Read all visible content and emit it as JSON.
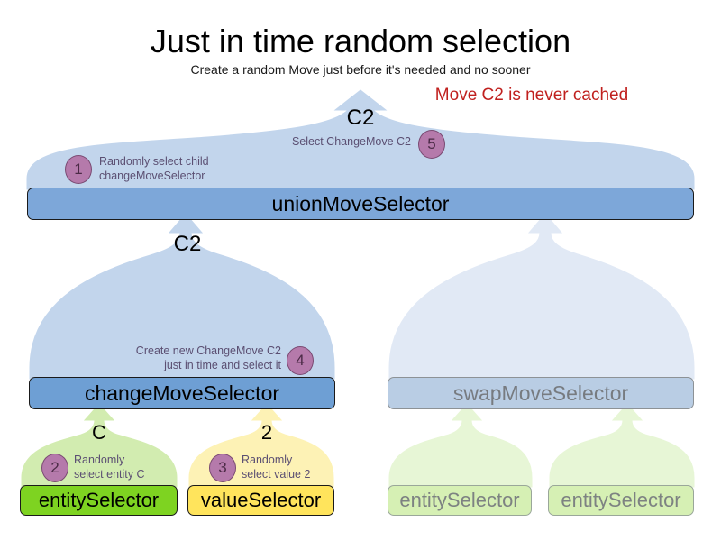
{
  "header": {
    "title": "Just in time random selection",
    "subtitle": "Create a random Move just before it's needed and no sooner",
    "note": "Move C2 is never cached",
    "note_color": "#c0201e"
  },
  "diagram": {
    "type": "selector-tree",
    "fan_labels": {
      "top": "C2",
      "change": "C2",
      "entity": "C",
      "value": "2"
    },
    "nodes": [
      {
        "id": "unionMoveSelector",
        "label": "unionMoveSelector",
        "color": "#7da7d9",
        "faded": false
      },
      {
        "id": "changeMoveSelector",
        "label": "changeMoveSelector",
        "color": "#6e9fd4",
        "faded": false
      },
      {
        "id": "swapMoveSelector",
        "label": "swapMoveSelector",
        "color": "#b9cde4",
        "faded": true
      },
      {
        "id": "entitySelector",
        "label": "entitySelector",
        "color": "#7ed321",
        "faded": false
      },
      {
        "id": "valueSelector",
        "label": "valueSelector",
        "color": "#ffe45c",
        "faded": false
      },
      {
        "id": "entitySelectorFadedA",
        "label": "entitySelector",
        "color": "#d6f0b4",
        "faded": true
      },
      {
        "id": "entitySelectorFadedB",
        "label": "entitySelector",
        "color": "#d6f0b4",
        "faded": true
      }
    ],
    "steps": [
      {
        "number": "1",
        "line1": "Randomly select child",
        "line2": "changeMoveSelector"
      },
      {
        "number": "2",
        "line1": "Randomly",
        "line2": "select entity C"
      },
      {
        "number": "3",
        "line1": "Randomly",
        "line2": "select value 2"
      },
      {
        "number": "4",
        "line1": "Create new ChangeMove C2",
        "line2": "just in time and select it"
      },
      {
        "number": "5",
        "line1": "Select ChangeMove C2",
        "line2": ""
      }
    ],
    "badge_color": "#b57aab",
    "annotation_color": "#5b4f72"
  }
}
